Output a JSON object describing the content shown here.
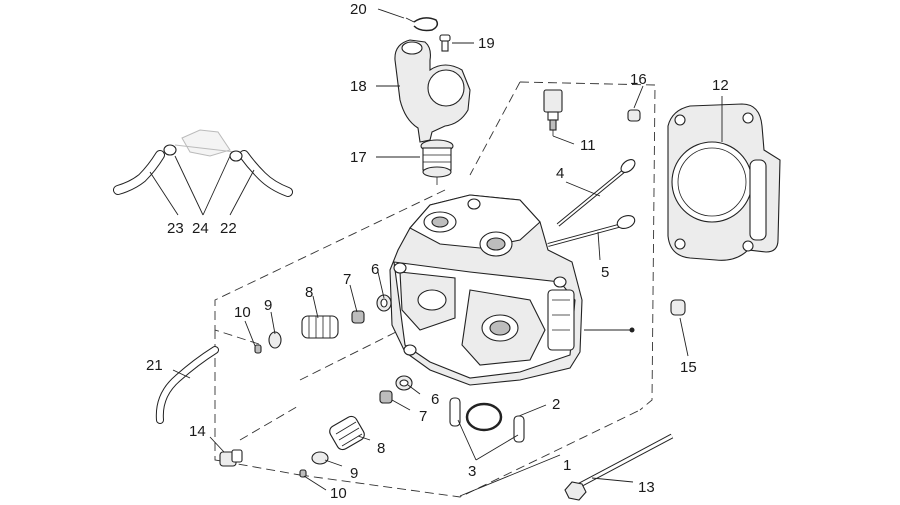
{
  "callouts": {
    "c1": "1",
    "c2": "2",
    "c3": "3",
    "c4": "4",
    "c5": "5",
    "c6a": "6",
    "c6b": "6",
    "c7a": "7",
    "c7b": "7",
    "c8a": "8",
    "c8b": "8",
    "c9a": "9",
    "c9b": "9",
    "c10a": "10",
    "c10b": "10",
    "c11": "11",
    "c12": "12",
    "c13": "13",
    "c14": "14",
    "c15": "15",
    "c16": "16",
    "c17": "17",
    "c18": "18",
    "c19": "19",
    "c20": "20",
    "c21": "21",
    "c22": "22",
    "c23": "23",
    "c24": "24"
  },
  "colors": {
    "line": "#222222",
    "background": "#ffffff"
  }
}
